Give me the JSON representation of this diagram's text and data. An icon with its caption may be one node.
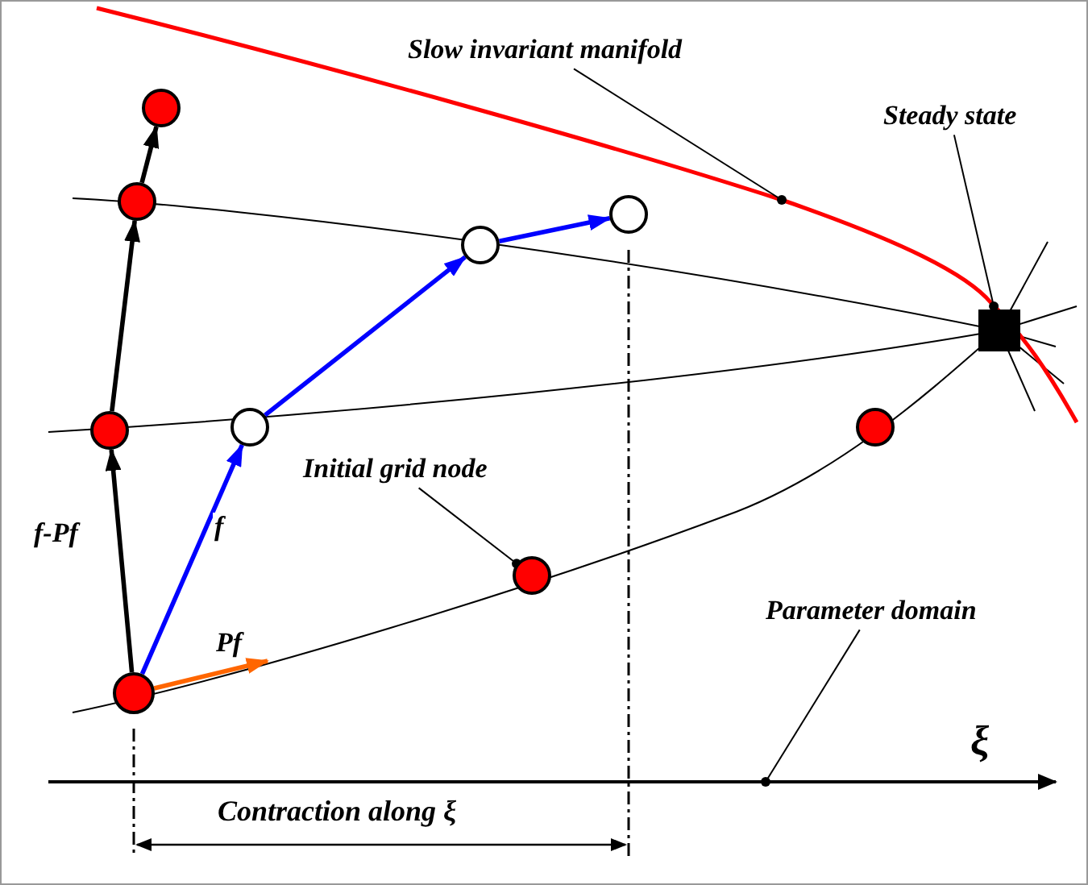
{
  "diagram": {
    "nodes": [
      {
        "text": [
          "Slow invariant manifold"
        ]
      },
      {
        "text": [
          "Steady state"
        ]
      },
      {
        "text": [],
        "shape": "circle"
      },
      {
        "text": [],
        "shape": "circle"
      },
      {
        "text": [],
        "shape": "circle"
      },
      {
        "text": [],
        "shape": "circle"
      },
      {
        "text": [],
        "shape": "box"
      },
      {
        "text": [],
        "shape": "circle"
      },
      {
        "text": [],
        "shape": "circle"
      },
      {
        "text": [],
        "shape": "circle"
      },
      {
        "text": [
          "Initial grid node"
        ]
      },
      {
        "text": [],
        "shape": "circle"
      },
      {
        "text": [
          "Parameter domain"
        ]
      },
      {
        "text": [],
        "shape": "circle"
      }
    ],
    "edges": [
      {
        "from": 0,
        "to": null,
        "arrow": "other"
      },
      {
        "from": 1,
        "to": 6,
        "arrow": "other"
      },
      {
        "from": 10,
        "to": 11,
        "arrow": "other"
      },
      {
        "from": 12,
        "to": null,
        "arrow": "other"
      },
      {
        "from": 13,
        "to": 7,
        "arrow": "to",
        "label": "f-Pf"
      },
      {
        "from": 7,
        "to": 3,
        "arrow": "to"
      },
      {
        "from": 3,
        "to": 2,
        "arrow": "to"
      },
      {
        "from": 13,
        "to": 8,
        "arrow": "to",
        "label": "f",
        "color": "#0000ff"
      },
      {
        "from": 8,
        "to": 5,
        "arrow": "to",
        "color": "#0000ff"
      },
      {
        "from": 5,
        "to": 4,
        "arrow": "to",
        "color": "#0000ff"
      },
      {
        "from": 13,
        "to": null,
        "arrow": "to",
        "label": "Pf",
        "color": "#ff6600"
      }
    ],
    "labels": [
      "ξ",
      "Contraction along ξ"
    ]
  }
}
